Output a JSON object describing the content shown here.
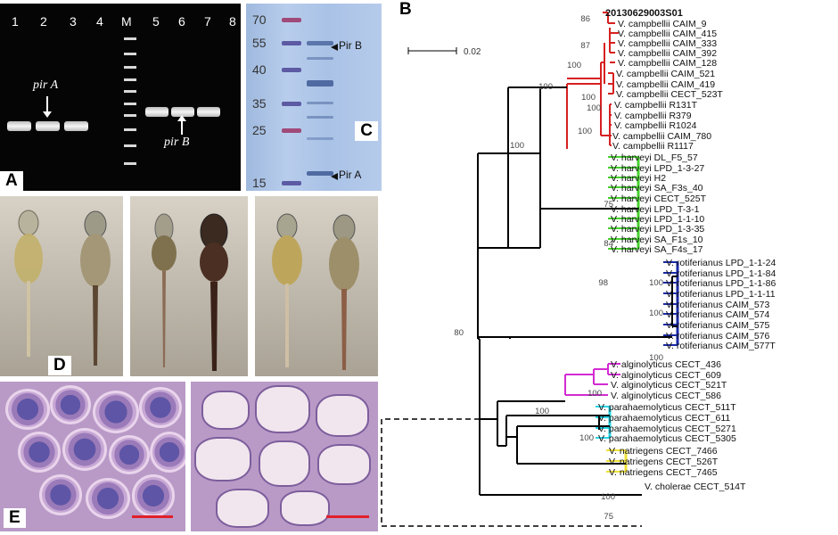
{
  "panels": {
    "A": {
      "label": "A",
      "lanes": [
        "1",
        "2",
        "3",
        "4",
        "M",
        "5",
        "6",
        "7",
        "8"
      ],
      "annotation_a": "pir A",
      "annotation_b": "pir B"
    },
    "B": {
      "label": "B",
      "scale_label": "0.02"
    },
    "C": {
      "label": "C",
      "mw_markers": [
        "70",
        "55",
        "40",
        "35",
        "25",
        "15"
      ],
      "band_labels": [
        "Pir B",
        "Pir A"
      ]
    },
    "D": {
      "label": "D"
    },
    "E": {
      "label": "E"
    }
  },
  "tree": {
    "taxa": [
      {
        "name": "20130629003S01",
        "color": "#d62020",
        "bold": true
      },
      {
        "name": "V. campbellii CAIM_9",
        "color": "#d62020"
      },
      {
        "name": "V. campbellii CAIM_415",
        "color": "#d62020"
      },
      {
        "name": "V. campbellii CAIM_333",
        "color": "#d62020"
      },
      {
        "name": "V. campbellii CAIM_392",
        "color": "#d62020"
      },
      {
        "name": "V. campbellii CAIM_128",
        "color": "#d62020"
      },
      {
        "name": "V. campbellii CAIM_521",
        "color": "#d62020"
      },
      {
        "name": "V. campbellii CAIM_419",
        "color": "#d62020"
      },
      {
        "name": "V. campbellii CECT_523T",
        "color": "#d62020"
      },
      {
        "name": "V. campbellii R131T",
        "color": "#d62020"
      },
      {
        "name": "V. campbellii R379",
        "color": "#d62020"
      },
      {
        "name": "V. campbellii R1024",
        "color": "#d62020"
      },
      {
        "name": "V. campbellii CAIM_780",
        "color": "#d62020"
      },
      {
        "name": "V. campbellii R1117",
        "color": "#d62020"
      },
      {
        "name": "V. harveyi DL_F5_57",
        "color": "#46d12d"
      },
      {
        "name": "V. harveyi LPD_1-3-27",
        "color": "#46d12d"
      },
      {
        "name": "V. harveyi H2",
        "color": "#46d12d"
      },
      {
        "name": "V. harveyi SA_F3s_40",
        "color": "#46d12d"
      },
      {
        "name": "V. harveyi CECT_525T",
        "color": "#46d12d"
      },
      {
        "name": "V. harveyi LPD_T-3-1",
        "color": "#46d12d"
      },
      {
        "name": "V. harveyi LPD_1-1-10",
        "color": "#46d12d"
      },
      {
        "name": "V. harveyi LPD_1-3-35",
        "color": "#46d12d"
      },
      {
        "name": "V. harveyi SA_F1s_10",
        "color": "#46d12d"
      },
      {
        "name": "V. harveyi SA_F4s_17",
        "color": "#46d12d"
      },
      {
        "name": "V. rotiferianus LPD_1-1-24",
        "color": "#1a2aa6"
      },
      {
        "name": "V. rotiferianus LPD_1-1-84",
        "color": "#1a2aa6"
      },
      {
        "name": "V. rotiferianus LPD_1-1-86",
        "color": "#1a2aa6"
      },
      {
        "name": "V. rotiferianus LPD_1-1-11",
        "color": "#1a2aa6"
      },
      {
        "name": "V. rotiferianus CAIM_573",
        "color": "#1a2aa6"
      },
      {
        "name": "V. rotiferianus CAIM_574",
        "color": "#1a2aa6"
      },
      {
        "name": "V. rotiferianus CAIM_575",
        "color": "#1a2aa6"
      },
      {
        "name": "V. rotiferianus CAIM_576",
        "color": "#1a2aa6"
      },
      {
        "name": "V. rotiferianus CAIM_577T",
        "color": "#1a2aa6"
      },
      {
        "name": "V. alginolyticus CECT_436",
        "color": "#d22bd2"
      },
      {
        "name": "V. alginolyticus CECT_609",
        "color": "#d22bd2"
      },
      {
        "name": "V. alginolyticus CECT_521T",
        "color": "#d22bd2"
      },
      {
        "name": "V. alginolyticus CECT_586",
        "color": "#d22bd2"
      },
      {
        "name": "V. parahaemolyticus CECT_511T",
        "color": "#2ad6e6"
      },
      {
        "name": "V. parahaemolyticus CECT_611",
        "color": "#2ad6e6"
      },
      {
        "name": "V. parahaemolyticus CECT_5271",
        "color": "#2ad6e6"
      },
      {
        "name": "V. parahaemolyticus CECT_5305",
        "color": "#2ad6e6"
      },
      {
        "name": "V. natriegens CECT_7466",
        "color": "#eee23a"
      },
      {
        "name": "V. natriegens CECT_526T",
        "color": "#eee23a"
      },
      {
        "name": "V. natriegens CECT_7465",
        "color": "#eee23a"
      },
      {
        "name": "V. cholerae CECT_514T",
        "color": "#000000"
      }
    ],
    "bootstrap": [
      "86",
      "87",
      "100",
      "100",
      "100",
      "100",
      "100",
      "100",
      "75",
      "84",
      "98",
      "80",
      "100",
      "100",
      "100",
      "100",
      "100",
      "100",
      "100",
      "75"
    ]
  }
}
